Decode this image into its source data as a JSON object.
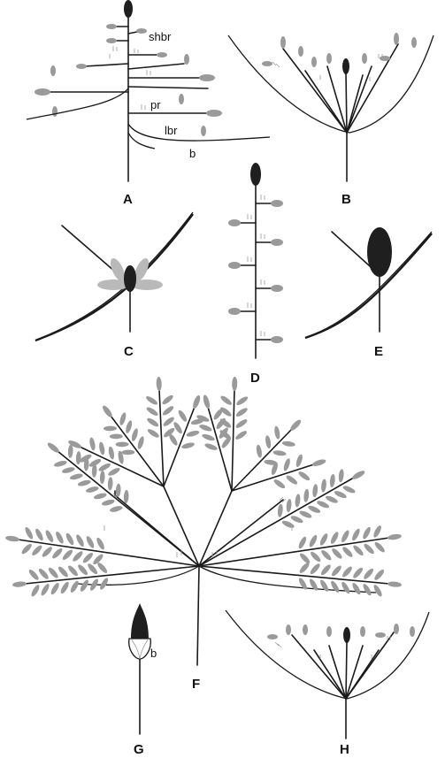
{
  "panels": {
    "A": "A",
    "B": "B",
    "C": "C",
    "D": "D",
    "E": "E",
    "F": "F",
    "G": "G",
    "H": "H"
  },
  "annotations": {
    "shbr": "shbr",
    "pr": "pr",
    "lbr": "lbr",
    "b_A": "b",
    "b_G": "b"
  },
  "colors": {
    "stem": "#1a1a1a",
    "spikelet_gray": "#9a9a9a",
    "terminal_dark": "#1f1f1f",
    "light_gray": "#b9b9b9"
  }
}
